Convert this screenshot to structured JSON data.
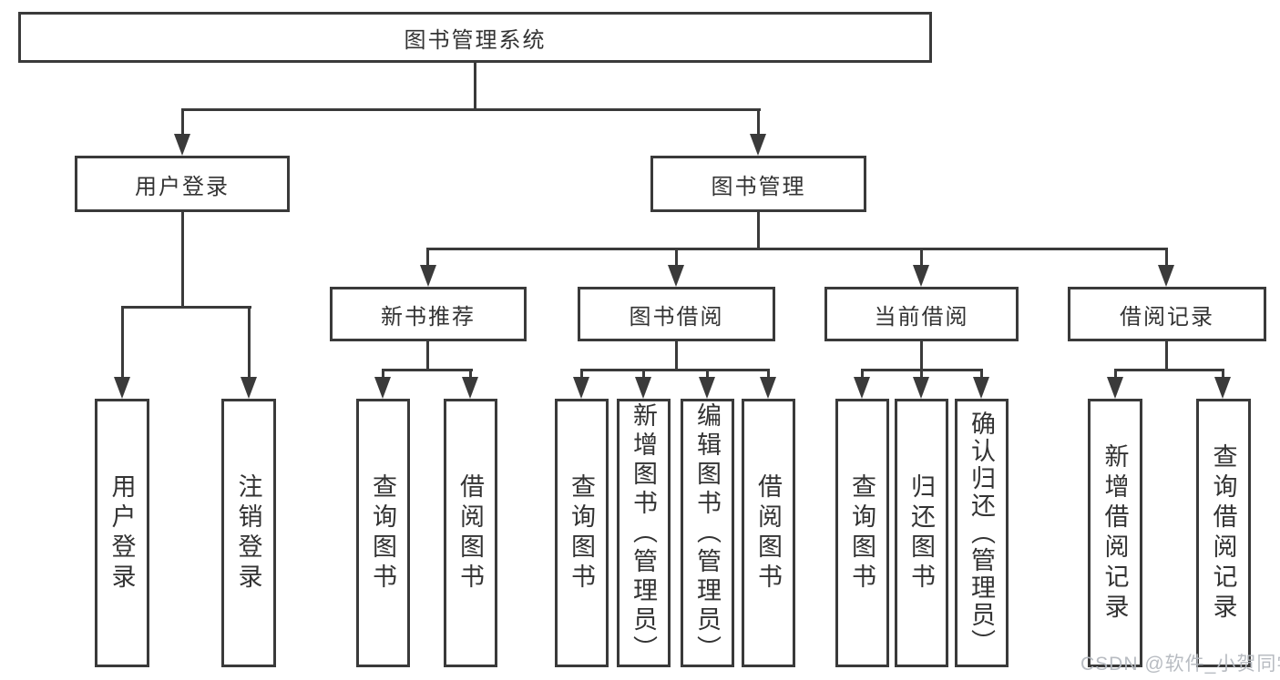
{
  "nodes": {
    "root": "图书管理系统",
    "userLogin": "用户登录",
    "bookMgmt": "图书管理",
    "newBookRec": "新书推荐",
    "bookBorrow": "图书借阅",
    "currentBorrow": "当前借阅",
    "borrowRecord": "借阅记录",
    "leafUserLogin": "用户登录",
    "leafLogout": "注销登录",
    "leafQueryBookA": "查询图书",
    "leafBorrowBookA": "借阅图书",
    "leafQueryBookB": "查询图书",
    "leafAddBook": "新增图书（管理员）",
    "leafEditBook": "编辑图书（管理员）",
    "leafBorrowBookB": "借阅图书",
    "leafQueryBookC": "查询图书",
    "leafReturnBook": "归还图书",
    "leafConfirmReturn": "确认归还（管理员）",
    "leafAddRecord": "新增借阅记录",
    "leafQueryRecord": "查询借阅记录"
  },
  "watermark": "CSDN @软件_小贺同学",
  "colors": {
    "line": "#3a3a3a",
    "text": "#333333",
    "watermark": "#b5b9bf",
    "background": "#ffffff"
  }
}
